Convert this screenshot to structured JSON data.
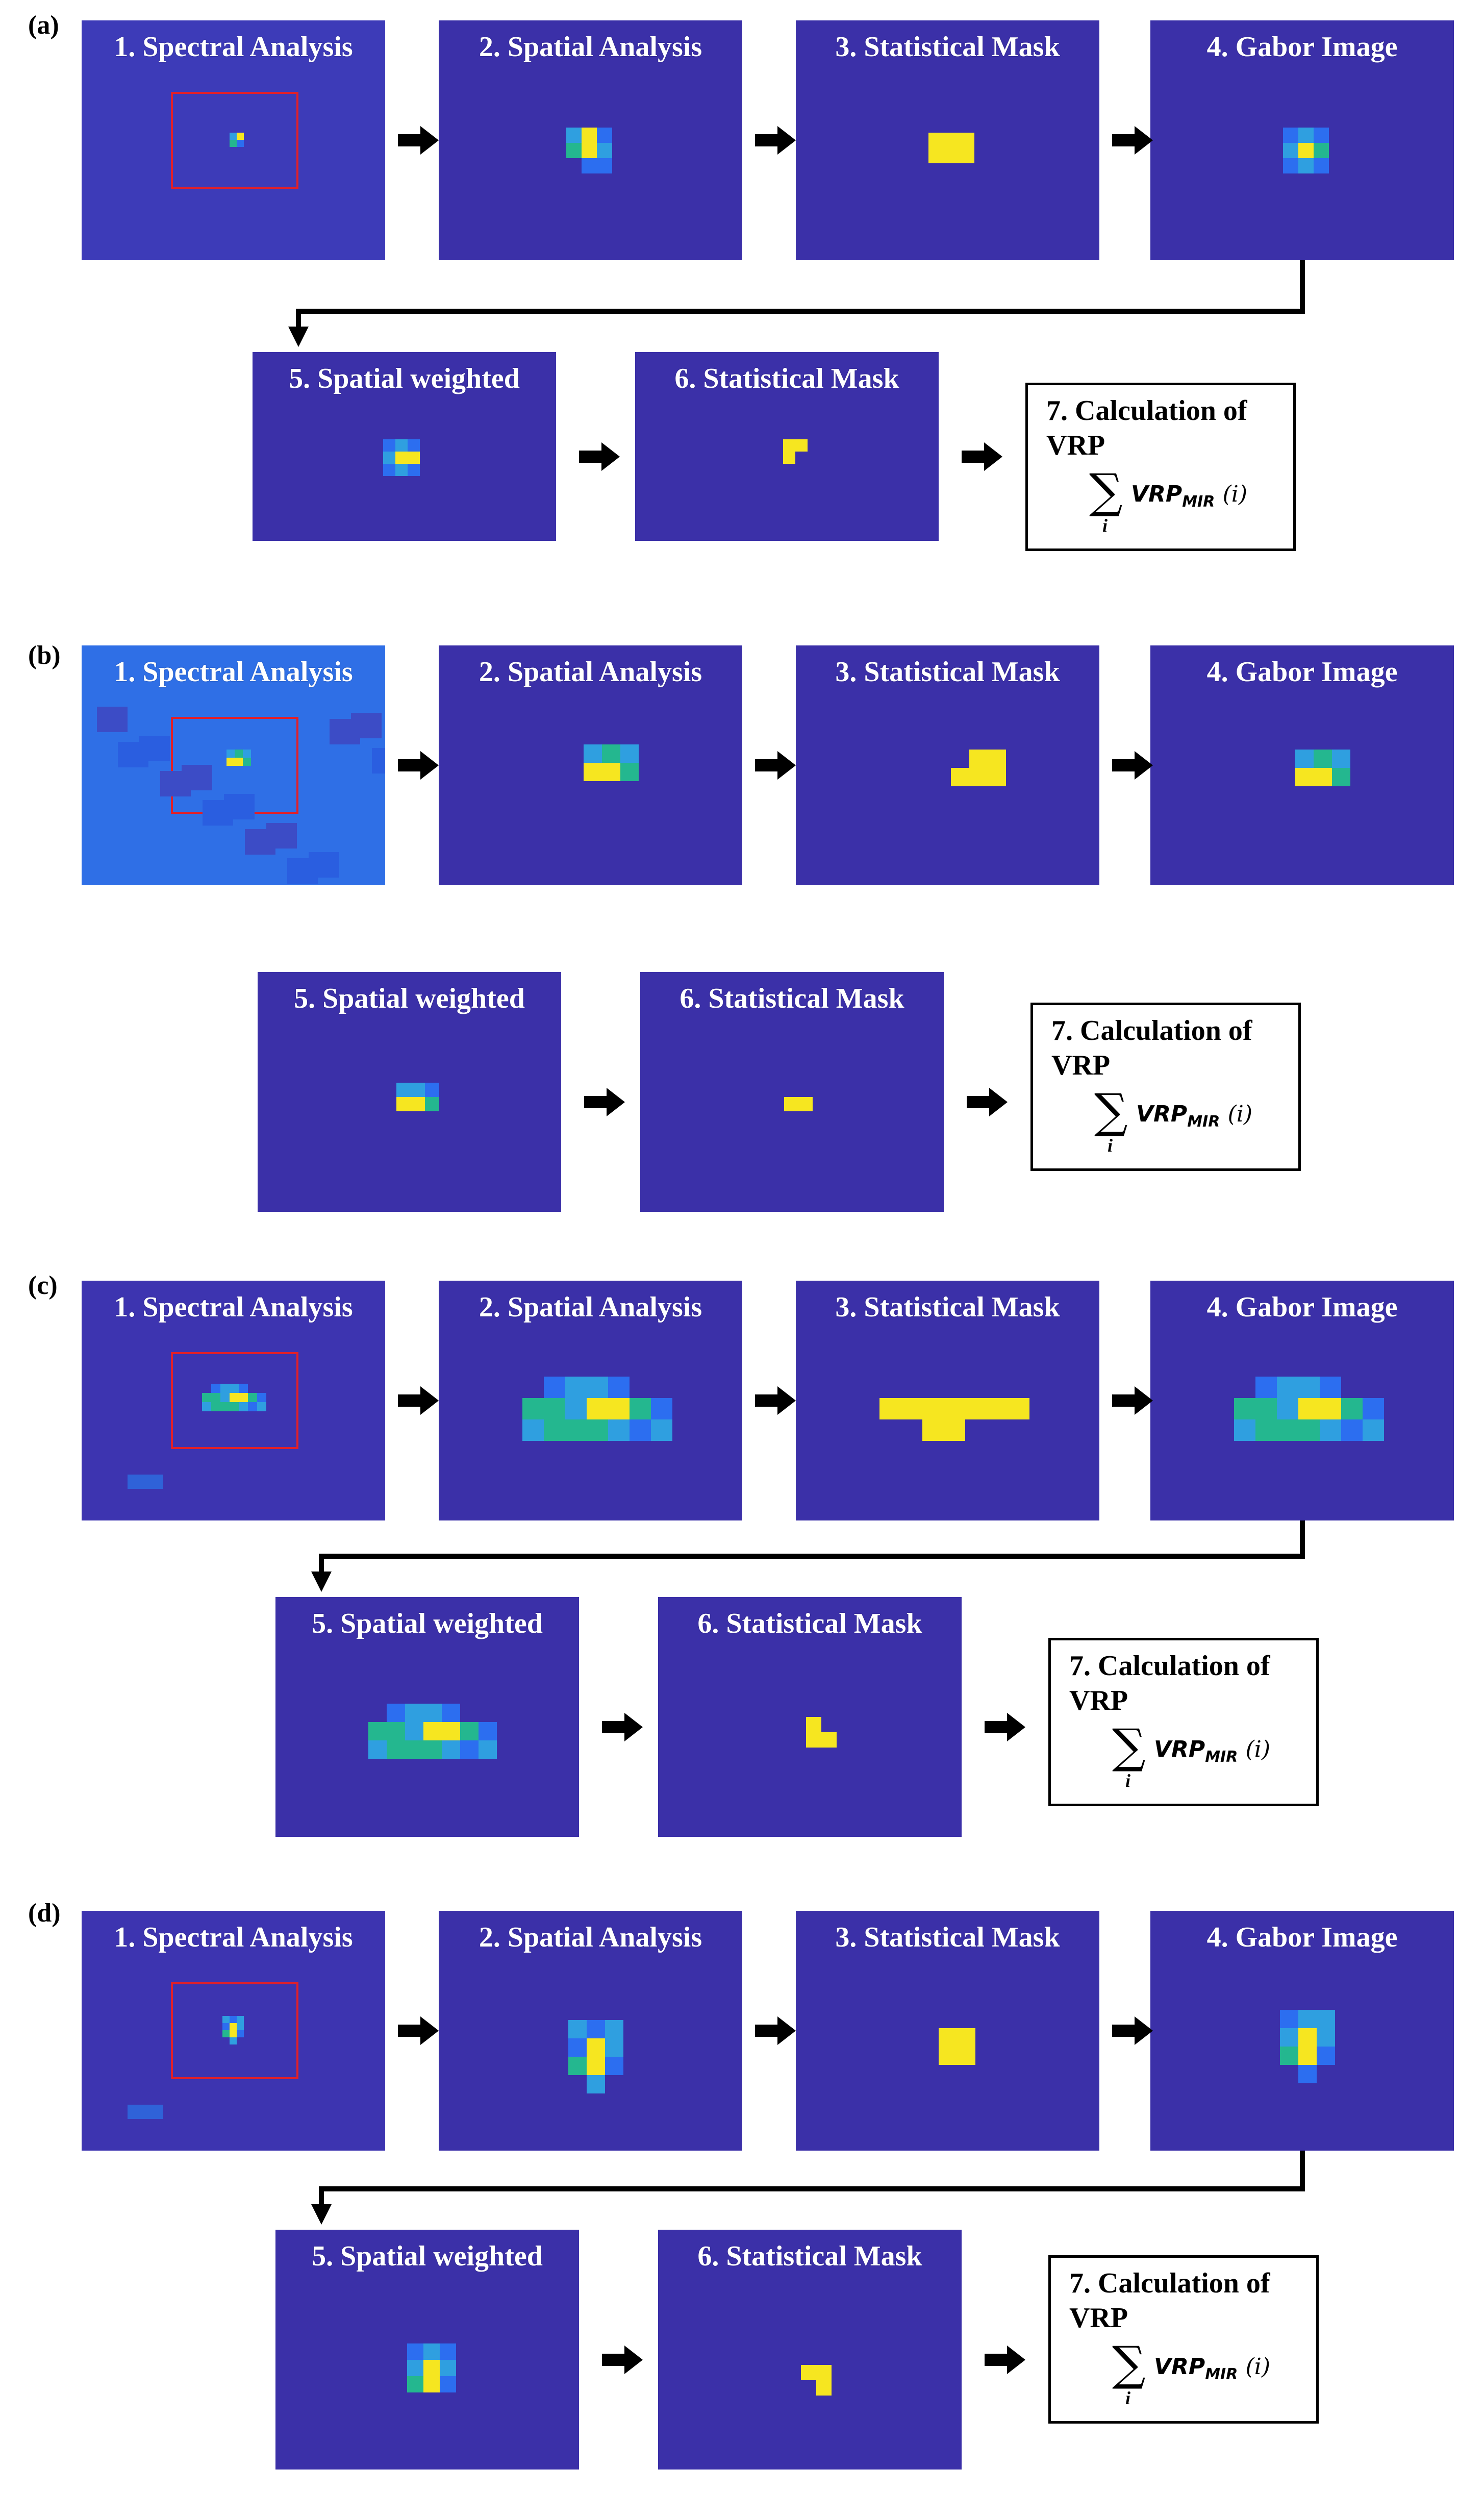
{
  "colors": {
    "background_tile": "#3b30a8",
    "yellow": "#f6e620",
    "green": "#24b78f",
    "cyan": "#2f9fe0",
    "blue": "#2c6ef0",
    "roi_red": "#e0202a",
    "arrow": "#000000"
  },
  "step_titles": {
    "spectral": "1. Spectral Analysis",
    "spatial": "2. Spatial Analysis",
    "mask3": "3. Statistical Mask",
    "gabor": "4. Gabor Image",
    "weighted": "5. Spatial weighted",
    "mask6": "6. Statistical Mask"
  },
  "calc": {
    "line1": "7. Calculation of",
    "line2": "VRP",
    "formula_sigma": "∑",
    "formula_index": "i",
    "formula_var": "VRP",
    "formula_sub": "MIR",
    "formula_arg": "(i)"
  },
  "panels": [
    {
      "id": "a",
      "label": "(a)"
    },
    {
      "id": "b",
      "label": "(b)"
    },
    {
      "id": "c",
      "label": "(c)"
    },
    {
      "id": "d",
      "label": "(d)"
    }
  ]
}
